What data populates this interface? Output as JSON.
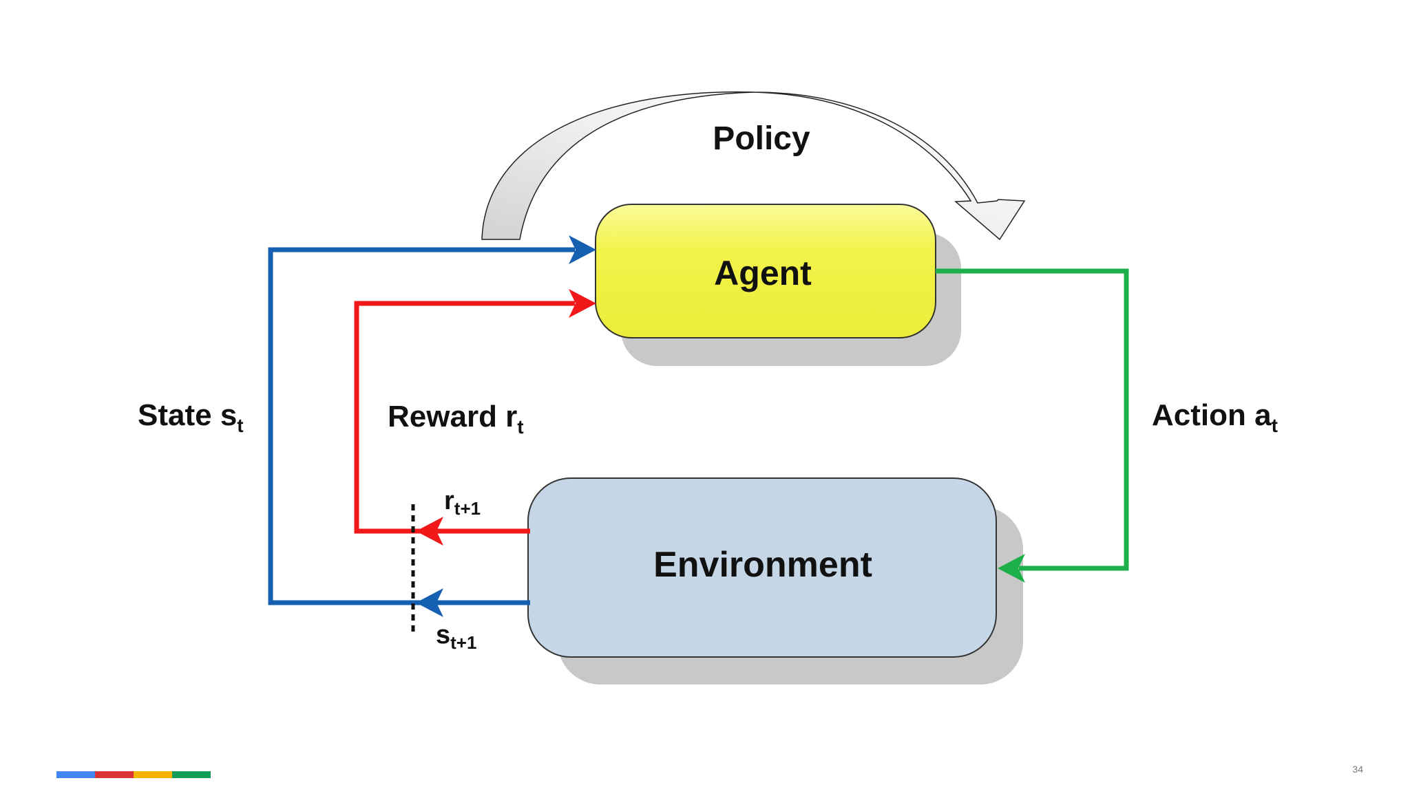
{
  "diagram": {
    "policy_label": "Policy",
    "agent_label": "Agent",
    "environment_label": "Environment",
    "state_label": "State s",
    "state_sub": "t",
    "reward_label": "Reward r",
    "reward_sub": "t",
    "action_label": "Action a",
    "action_sub": "t",
    "next_reward_label": "r",
    "next_reward_sub": "t+1",
    "next_state_label": "s",
    "next_state_sub": "t+1"
  },
  "colors": {
    "state_arrow": "#1560b0",
    "reward_arrow": "#f01818",
    "action_arrow": "#1bb04a",
    "agent_fill": "#f3f34a",
    "environment_fill": "#c5d6e6",
    "shadow": "#c8c8c8",
    "policy_arrow_fill": "#d8d8d8"
  },
  "footer": {
    "page_number": "34",
    "bar_colors": [
      "#4285f4",
      "#db3236",
      "#f4b400",
      "#0f9d58"
    ]
  }
}
